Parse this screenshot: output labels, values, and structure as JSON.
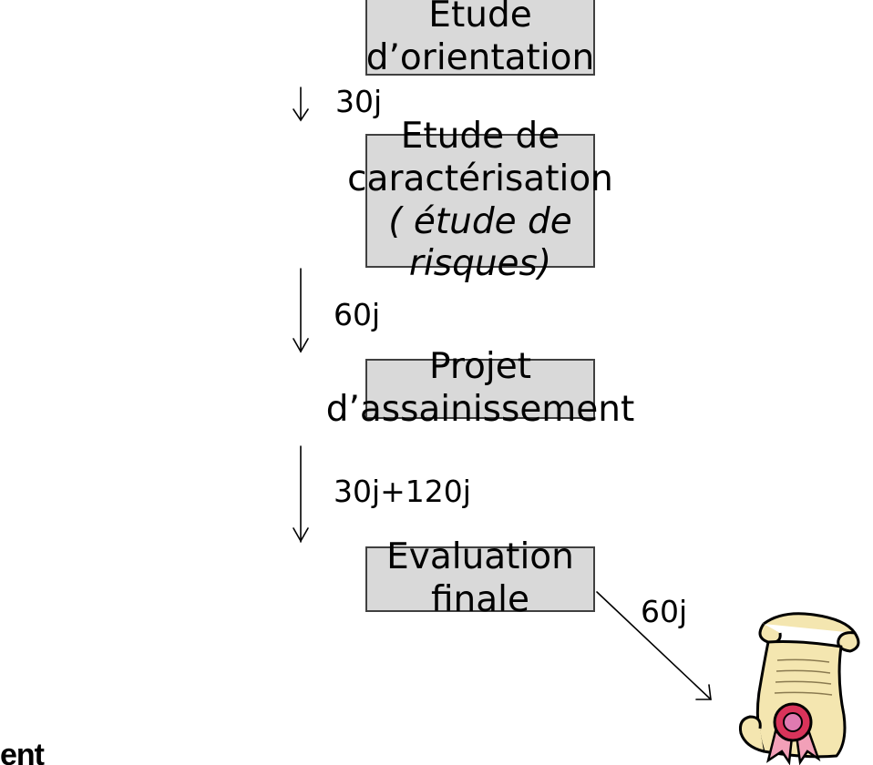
{
  "steps": [
    {
      "title": "Etude d’orientation"
    },
    {
      "title": "Etude de caractérisation",
      "subtitle": "( étude de risques)"
    },
    {
      "title": "Projet d’assainissement"
    },
    {
      "title": "Evaluation finale"
    }
  ],
  "durations": [
    "30j",
    "60j",
    "30j+120j",
    "60j"
  ],
  "footer_text": "ent",
  "icons": {
    "certificate": "diploma-scroll-icon"
  },
  "colors": {
    "box_fill": "#d9d9d9",
    "box_border": "#404040",
    "scroll": "#f4e6b0",
    "seal": "#d9335a"
  }
}
